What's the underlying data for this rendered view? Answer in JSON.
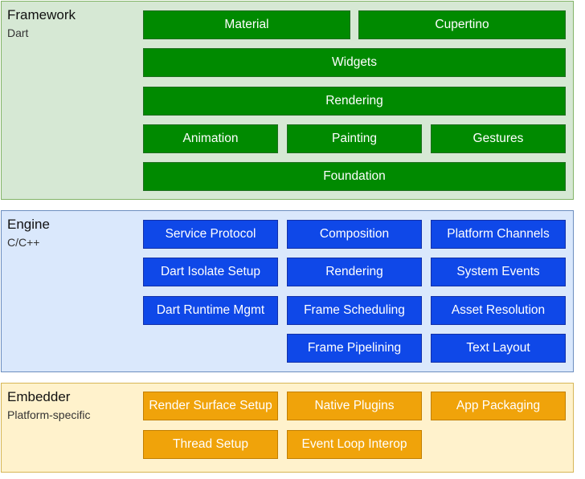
{
  "colors": {
    "framework_bg": "#d6e8d4",
    "framework_border": "#82b366",
    "framework_box": "#008a00",
    "engine_bg": "#dae8fc",
    "engine_border": "#6c8ebf",
    "engine_box": "#0f48e8",
    "embedder_bg": "#fff2cc",
    "embedder_border": "#d6b656",
    "embedder_box": "#f0a30a"
  },
  "framework": {
    "title": "Framework",
    "subtitle": "Dart",
    "boxes": [
      "Material",
      "Cupertino",
      "Widgets",
      "Rendering",
      "Animation",
      "Painting",
      "Gestures",
      "Foundation"
    ]
  },
  "engine": {
    "title": "Engine",
    "subtitle": "C/C++",
    "boxes": [
      "Service Protocol",
      "Composition",
      "Platform Channels",
      "Dart Isolate Setup",
      "Rendering",
      "System Events",
      "Dart Runtime Mgmt",
      "Frame Scheduling",
      "Asset Resolution",
      "Frame Pipelining",
      "Text Layout"
    ]
  },
  "embedder": {
    "title": "Embedder",
    "subtitle": "Platform-specific",
    "boxes": [
      "Render Surface Setup",
      "Native Plugins",
      "App Packaging",
      "Thread Setup",
      "Event Loop Interop"
    ]
  }
}
